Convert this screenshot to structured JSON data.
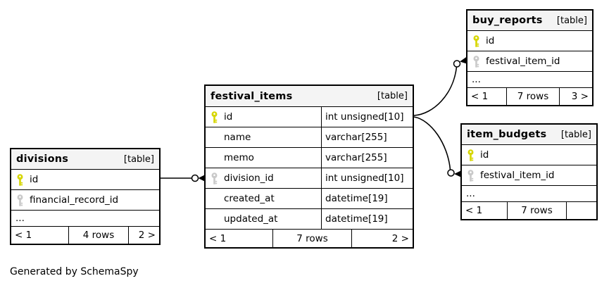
{
  "page": {
    "generator_note": "Generated by SchemaSpy"
  },
  "colors": {
    "primary_key_icon": "#d6d600",
    "foreign_key_icon": "#c9c9c9",
    "table_header_bg": "#f4f4f4",
    "border": "#000000",
    "background": "#ffffff"
  },
  "tables": [
    {
      "name": "divisions",
      "badge": "[table]",
      "columns": [
        {
          "name": "id",
          "key": "primary"
        },
        {
          "name": "financial_record_id",
          "key": "foreign"
        },
        {
          "name": "..."
        }
      ],
      "footer": {
        "prev": "< 1",
        "rows": "4 rows",
        "next": "2 >"
      }
    },
    {
      "name": "festival_items",
      "badge": "[table]",
      "columns": [
        {
          "name": "id",
          "key": "primary",
          "type": "int unsigned[10]"
        },
        {
          "name": "name",
          "type": "varchar[255]"
        },
        {
          "name": "memo",
          "type": "varchar[255]"
        },
        {
          "name": "division_id",
          "key": "foreign",
          "type": "int unsigned[10]"
        },
        {
          "name": "created_at",
          "type": "datetime[19]"
        },
        {
          "name": "updated_at",
          "type": "datetime[19]"
        }
      ],
      "footer": {
        "prev": "< 1",
        "rows": "7 rows",
        "next": "2 >"
      }
    },
    {
      "name": "buy_reports",
      "badge": "[table]",
      "columns": [
        {
          "name": "id",
          "key": "primary"
        },
        {
          "name": "festival_item_id",
          "key": "foreign"
        },
        {
          "name": "..."
        }
      ],
      "footer": {
        "prev": "< 1",
        "rows": "7 rows",
        "next": "3 >"
      }
    },
    {
      "name": "item_budgets",
      "badge": "[table]",
      "columns": [
        {
          "name": "id",
          "key": "primary"
        },
        {
          "name": "festival_item_id",
          "key": "foreign"
        },
        {
          "name": "..."
        }
      ],
      "footer": {
        "prev": "< 1",
        "rows": "7 rows",
        "next": ""
      }
    }
  ],
  "relationships": [
    {
      "from": "festival_items.division_id",
      "to": "divisions.id"
    },
    {
      "from": "buy_reports.festival_item_id",
      "to": "festival_items.id"
    },
    {
      "from": "item_budgets.festival_item_id",
      "to": "festival_items.id"
    }
  ]
}
